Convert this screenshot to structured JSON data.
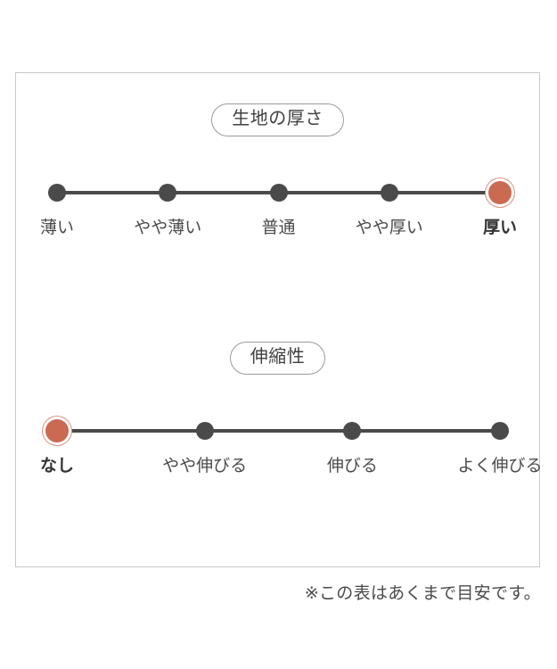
{
  "card": {
    "border_color": "#c8c8c8"
  },
  "colors": {
    "dot": "#4a4a4a",
    "selected_dot": "#ca6a52",
    "selected_ring": "#d8907e",
    "text": "#4a4a4a",
    "badge_border": "#9a9a9a",
    "background": "#ffffff"
  },
  "footnote": "※この表はあくまで目安です。",
  "chart_data": [
    {
      "type": "scale",
      "id": "fabric-thickness",
      "title": "生地の厚さ",
      "categories": [
        "薄い",
        "やや薄い",
        "普通",
        "やや厚い",
        "厚い"
      ],
      "values": [
        1,
        2,
        3,
        4,
        5
      ],
      "selected_index": 4,
      "selected_label": "厚い",
      "steps": 5,
      "xlabel": "",
      "ylabel": "",
      "legend": "none",
      "grid": false
    },
    {
      "type": "scale",
      "id": "fabric-stretch",
      "title": "伸縮性",
      "categories": [
        "なし",
        "やや伸びる",
        "伸びる",
        "よく伸びる"
      ],
      "values": [
        1,
        2,
        3,
        4
      ],
      "selected_index": 0,
      "selected_label": "なし",
      "steps": 4,
      "xlabel": "",
      "ylabel": "",
      "legend": "none",
      "grid": false
    }
  ]
}
